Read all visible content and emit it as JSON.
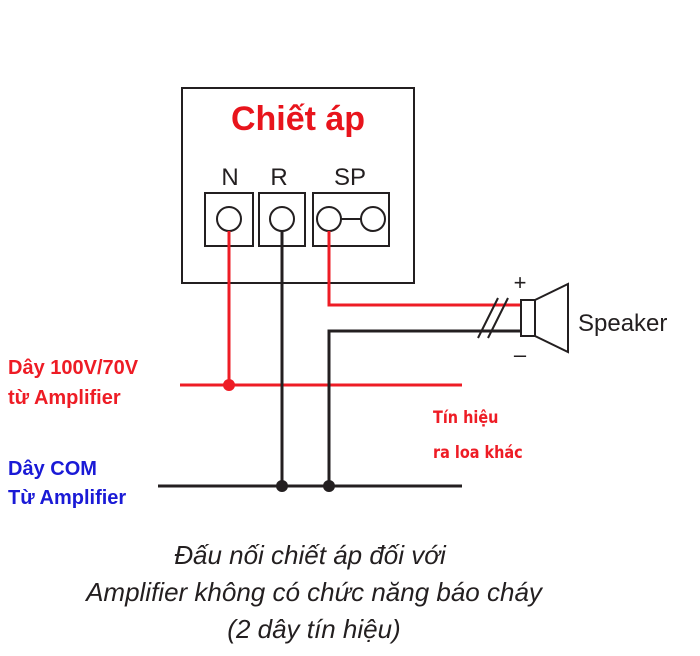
{
  "box_title": "Chiết áp",
  "terminals": {
    "n": "N",
    "r": "R",
    "sp": "SP"
  },
  "speaker": {
    "label": "Speaker",
    "plus": "+",
    "minus": "–"
  },
  "left_labels": {
    "line_100v_1": "Dây 100V/70V",
    "line_100v_2": "từ Amplifier",
    "com_1": "Dây COM",
    "com_2": "Từ Amplifier"
  },
  "other_speaker_note": {
    "line1": "Tín hiệu",
    "line2": "ra loa khác"
  },
  "caption": {
    "line1": "Đấu nối chiết áp đối với",
    "line2": "Amplifier không có chức năng báo cháy",
    "line3": "(2 dây tín hiệu)"
  },
  "colors": {
    "signal_red": "#ee1c25",
    "com_blue": "#1a1ad6",
    "wire_black": "#231f20",
    "title_red": "#e8141c"
  }
}
